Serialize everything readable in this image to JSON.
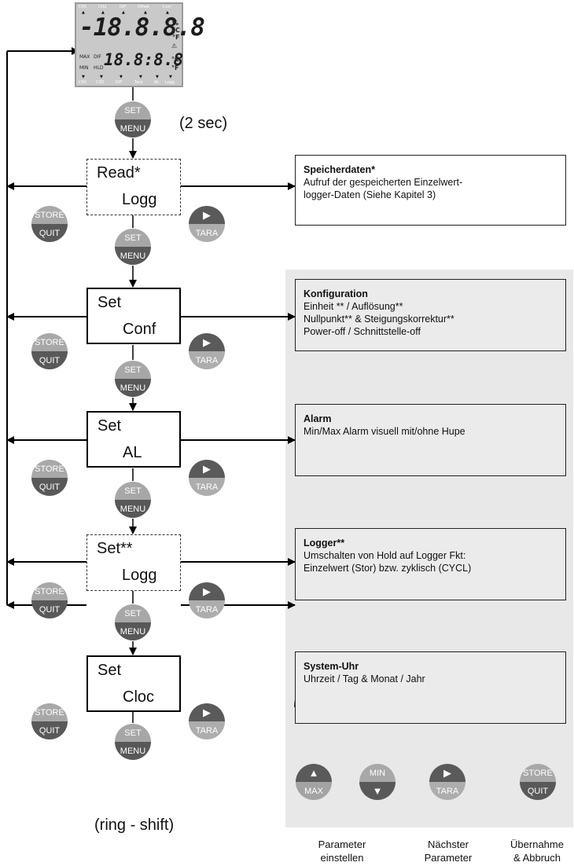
{
  "display": {
    "top_labels": [
      "CH1",
      "CH2",
      "DIF",
      "Offset",
      "Corr"
    ],
    "bottom_labels": [
      "CH1",
      "CH2",
      "DIF",
      "Tara",
      "AL",
      "Logg"
    ],
    "main_digits": "-18.8.8.8",
    "sub_digits": "18.8:8.8",
    "units_top": [
      "%",
      "°C",
      "°F"
    ],
    "units_bottom": [
      "°C",
      "°F"
    ],
    "flag_max": "MAX",
    "flag_dif": "DIF",
    "flag_min": "MIN",
    "flag_hld": "HLD"
  },
  "buttons": {
    "set_top": "SET",
    "set_bottom": "MENU",
    "store_top": "STORE",
    "store_bottom": "QUIT",
    "tara_glyph": "▶",
    "tara_bottom": "TARA",
    "max_glyph": "▲",
    "max_bottom": "MAX",
    "min_top": "MIN",
    "min_glyph": "▼"
  },
  "hold_note": "(2 sec)",
  "ring_note": "(ring - shift)",
  "steps": [
    {
      "line1": "Read*",
      "line2": "Logg",
      "info_title": "Speicherdaten*",
      "info_lines": [
        "Aufruf der gespeicherten Einzelwert-",
        "logger-Daten (Siehe Kapitel 3)"
      ]
    },
    {
      "line1": "Set",
      "line2": "Conf",
      "info_title": "Konfiguration",
      "info_lines": [
        "Einheit ** / Auflösung**",
        "Nullpunkt** & Steigungskorrektur**",
        "Power-off / Schnittstelle-off"
      ]
    },
    {
      "line1": "Set",
      "line2": "AL",
      "info_title": "Alarm",
      "info_lines": [
        "Min/Max Alarm visuell mit/ohne Hupe"
      ]
    },
    {
      "line1": "Set**",
      "line2": "Logg",
      "info_title": "Logger**",
      "info_lines": [
        "Umschalten von Hold auf Logger Fkt:",
        "Einzelwert (Stor) bzw. zyklisch (CYCL)"
      ]
    },
    {
      "line1": "Set",
      "line2": "Cloc",
      "info_title": "System-Uhr",
      "info_lines": [
        "Uhrzeit / Tag & Monat / Jahr"
      ]
    }
  ],
  "legend": {
    "caption_1_line1": "Parameter",
    "caption_1_line2": "einstellen",
    "caption_2_line1": "Nächster",
    "caption_2_line2": "Parameter",
    "caption_3_line1": "Übernahme",
    "caption_3_line2": "& Abbruch"
  },
  "colors": {
    "panel_gray": "#e8e8e8",
    "button_light": "#a7a7a7",
    "button_dark": "#585858"
  }
}
